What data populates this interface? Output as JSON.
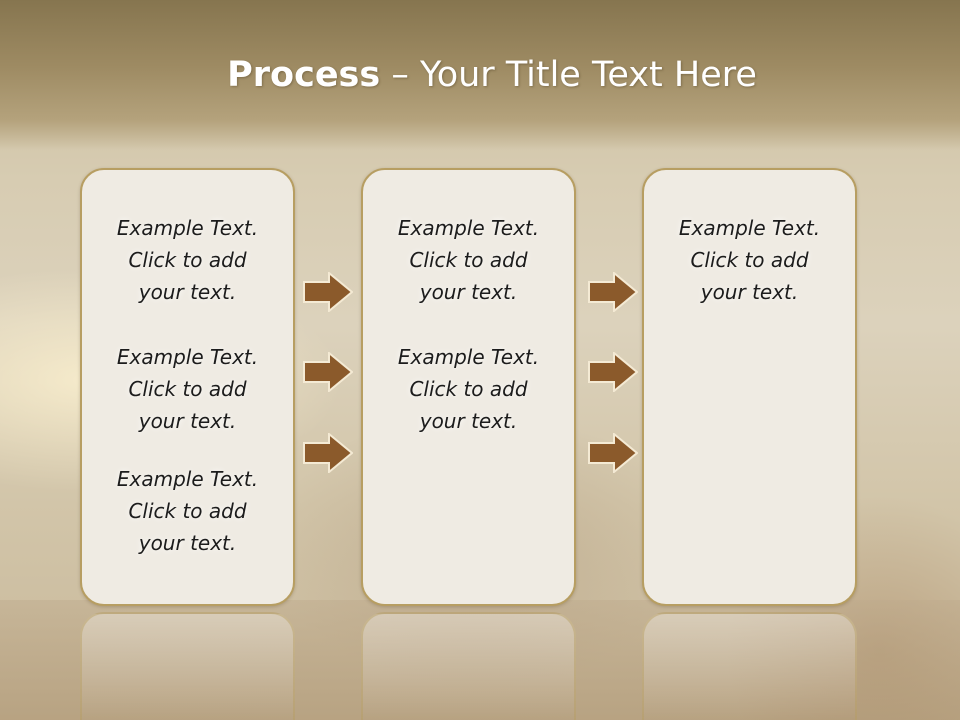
{
  "slide": {
    "title_bold": "Process",
    "title_rest": "– Your Title Text Here"
  },
  "placeholder": {
    "line1": "Example Text.",
    "line2": "Click  to add",
    "line3": "your text."
  },
  "panels": [
    {
      "blocks": [
        {
          "line1": "Example Text.",
          "line2": "Click  to add",
          "line3": "your text."
        },
        {
          "line1": "Example Text.",
          "line2": "Click  to add",
          "line3": "your text."
        },
        {
          "line1": "Example Text.",
          "line2": "Click  to add",
          "line3": "your text."
        }
      ]
    },
    {
      "blocks": [
        {
          "line1": "Example Text.",
          "line2": "Click  to add",
          "line3": "your text."
        },
        {
          "line1": "Example Text.",
          "line2": "Click  to add",
          "line3": "your text."
        }
      ]
    },
    {
      "blocks": [
        {
          "line1": "Example Text.",
          "line2": "Click  to add",
          "line3": "your text."
        }
      ]
    }
  ],
  "colors": {
    "arrow_fill": "#8b5a2b",
    "panel_border": "#b79e62",
    "panel_fill": "#efebe3"
  },
  "icons": [
    "right-arrow-icon"
  ]
}
